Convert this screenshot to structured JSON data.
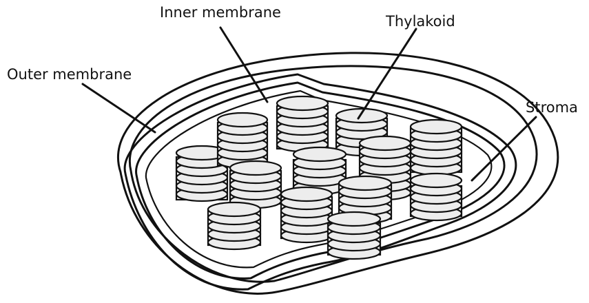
{
  "labels": {
    "inner_membrane": "Inner membrane",
    "outer_membrane": "Outer membrane",
    "thylakoid": "Thylakoid",
    "stroma": "Stroma"
  },
  "colors": {
    "line": "#111111",
    "disc_fill": "#ededed",
    "background": "#ffffff"
  }
}
